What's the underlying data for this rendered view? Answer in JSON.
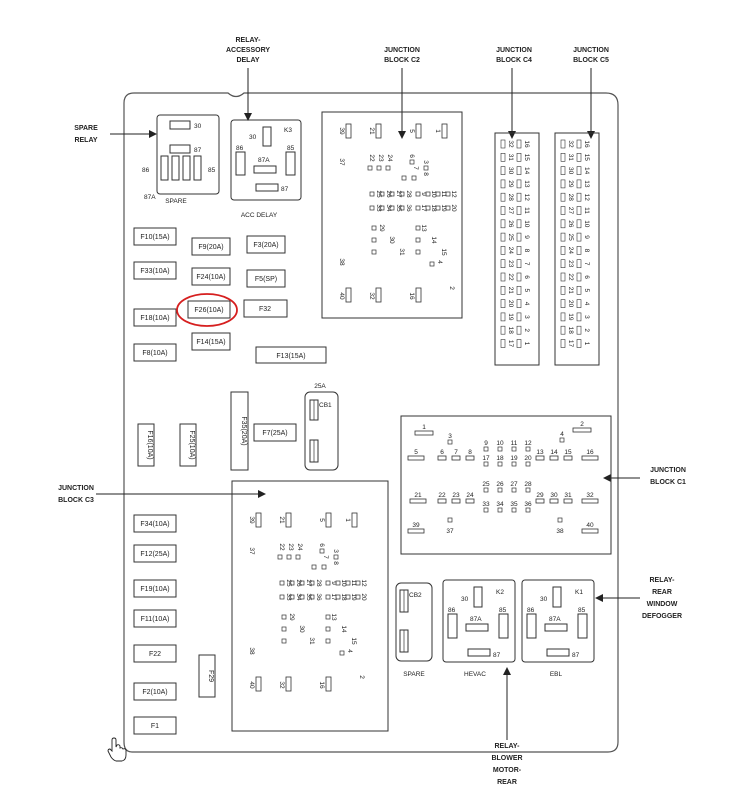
{
  "callouts": {
    "spare_relay": [
      "SPARE",
      "RELAY"
    ],
    "relay_accessory_delay": [
      "RELAY-",
      "ACCESSORY",
      "DELAY"
    ],
    "junction_block_c2": [
      "JUNCTION",
      "BLOCK C2"
    ],
    "junction_block_c4": [
      "JUNCTION",
      "BLOCK C4"
    ],
    "junction_block_c5": [
      "JUNCTION",
      "BLOCK C5"
    ],
    "junction_block_c1": [
      "JUNCTION",
      "BLOCK C1"
    ],
    "junction_block_c3": [
      "JUNCTION",
      "BLOCK C3"
    ],
    "relay_rear_window_defogger": [
      "RELAY-",
      "REAR",
      "WINDOW",
      "DEFOGGER"
    ],
    "relay_blower_motor_rear": [
      "RELAY-",
      "BLOWER",
      "MOTOR-",
      "REAR"
    ]
  },
  "relays": {
    "spare": {
      "caption": "SPARE",
      "pins": [
        "30",
        "87",
        "86",
        "85",
        "87A"
      ]
    },
    "acc_delay": {
      "caption": "ACC DELAY",
      "id": "K3",
      "pins": [
        "30",
        "86",
        "87A",
        "85",
        "87"
      ]
    },
    "hevac": {
      "caption": "HEVAC",
      "id": "K2",
      "pins": [
        "30",
        "86",
        "87A",
        "85",
        "87"
      ]
    },
    "ebl": {
      "caption": "EBL",
      "id": "K1",
      "pins": [
        "30",
        "86",
        "87A",
        "85",
        "87"
      ]
    }
  },
  "fuses": {
    "F10": "F10(15A)",
    "F9": "F9(20A)",
    "F3": "F3(20A)",
    "F33": "F33(10A)",
    "F24": "F24(10A)",
    "F5": "F5(SP)",
    "F18": "F18(10A)",
    "F26": "F26(10A)",
    "F32": "F32",
    "F14": "F14(15A)",
    "F8": "F8(10A)",
    "F13": "F13(15A)",
    "F16": "F16(10A)",
    "F25": "F25(10A)",
    "F35": "F35(20A)",
    "F7": "F7(25A)",
    "F34": "F34(10A)",
    "F12": "F12(25A)",
    "F19": "F19(10A)",
    "F11": "F11(10A)",
    "F22": "F22",
    "F29": "F29",
    "F2": "F2(10A)",
    "F1": "F1"
  },
  "breakers": {
    "cb1": "CB1",
    "cb1_rating": "25A",
    "cb2": "CB2",
    "cb2_caption": "SPARE"
  },
  "connector_pins": {
    "c4_left": [
      "32",
      "31",
      "30",
      "29",
      "28",
      "27",
      "26",
      "25",
      "24",
      "23",
      "22",
      "21",
      "20",
      "19",
      "18",
      "17"
    ],
    "c4_right": [
      "16",
      "15",
      "14",
      "13",
      "12",
      "11",
      "10",
      "9",
      "8",
      "7",
      "6",
      "5",
      "4",
      "3",
      "2",
      "1"
    ],
    "c1_row1": [
      "1",
      "2"
    ],
    "c1_row2": [
      "3",
      "4"
    ],
    "c1_row3": [
      "9",
      "10",
      "11",
      "12"
    ],
    "c1_row4": [
      "5",
      "6",
      "7",
      "8",
      "17",
      "18",
      "19",
      "20",
      "13",
      "14",
      "15",
      "16"
    ],
    "c1_row5": [
      "25",
      "26",
      "27",
      "28"
    ],
    "c1_row6": [
      "21",
      "22",
      "23",
      "24",
      "29",
      "30",
      "31",
      "32"
    ],
    "c1_row7": [
      "33",
      "34",
      "35",
      "36"
    ],
    "c1_row8": [
      "39",
      "37",
      "38",
      "40"
    ],
    "jb_labels": [
      "39",
      "21",
      "5",
      "1",
      "37",
      "22",
      "23",
      "24",
      "6",
      "3",
      "7",
      "8",
      "25",
      "26",
      "27",
      "28",
      "9",
      "10",
      "11",
      "12",
      "33",
      "34",
      "35",
      "36",
      "17",
      "18",
      "19",
      "20",
      "29",
      "30",
      "31",
      "13",
      "14",
      "15",
      "38",
      "4",
      "40",
      "32",
      "16",
      "2"
    ]
  }
}
